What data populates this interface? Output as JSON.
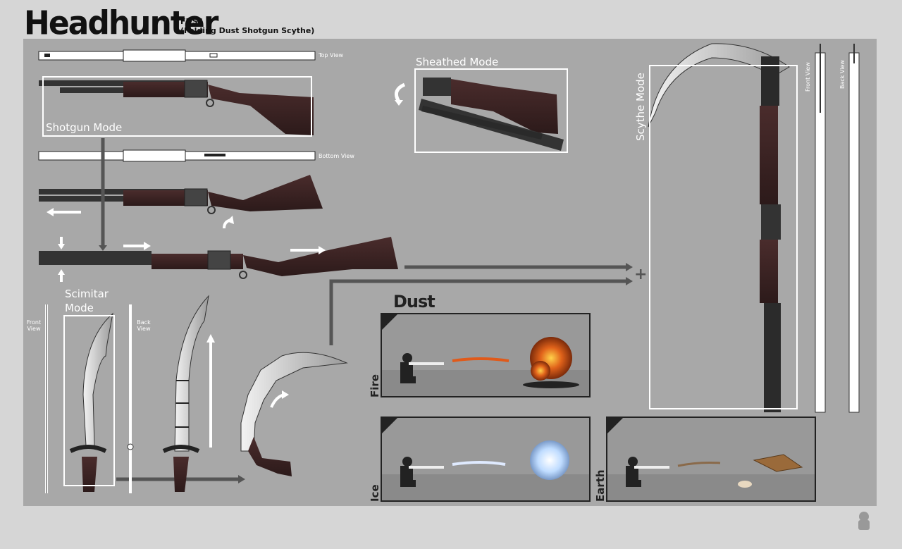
{
  "title": {
    "main": "Headhunter",
    "code": "FDSS",
    "full": "(Folding Dust Shotgun Scythe)"
  },
  "views": {
    "top": "Top View",
    "bottom": "Bottom View",
    "front": "Front View",
    "back": "Back View"
  },
  "modes": {
    "shotgun": "Shotgun Mode",
    "sheathed": "Sheathed Mode",
    "scimitar": "Scimitar Mode",
    "scythe": "Scythe Mode"
  },
  "dust": {
    "title": "Dust",
    "types": [
      "Fire",
      "Ice",
      "Earth"
    ]
  },
  "colors": {
    "panel": "#a8a8a8",
    "wood": "#3b2424",
    "metal": "#333333",
    "arrow": "#ffffff",
    "guide": "#555555"
  }
}
